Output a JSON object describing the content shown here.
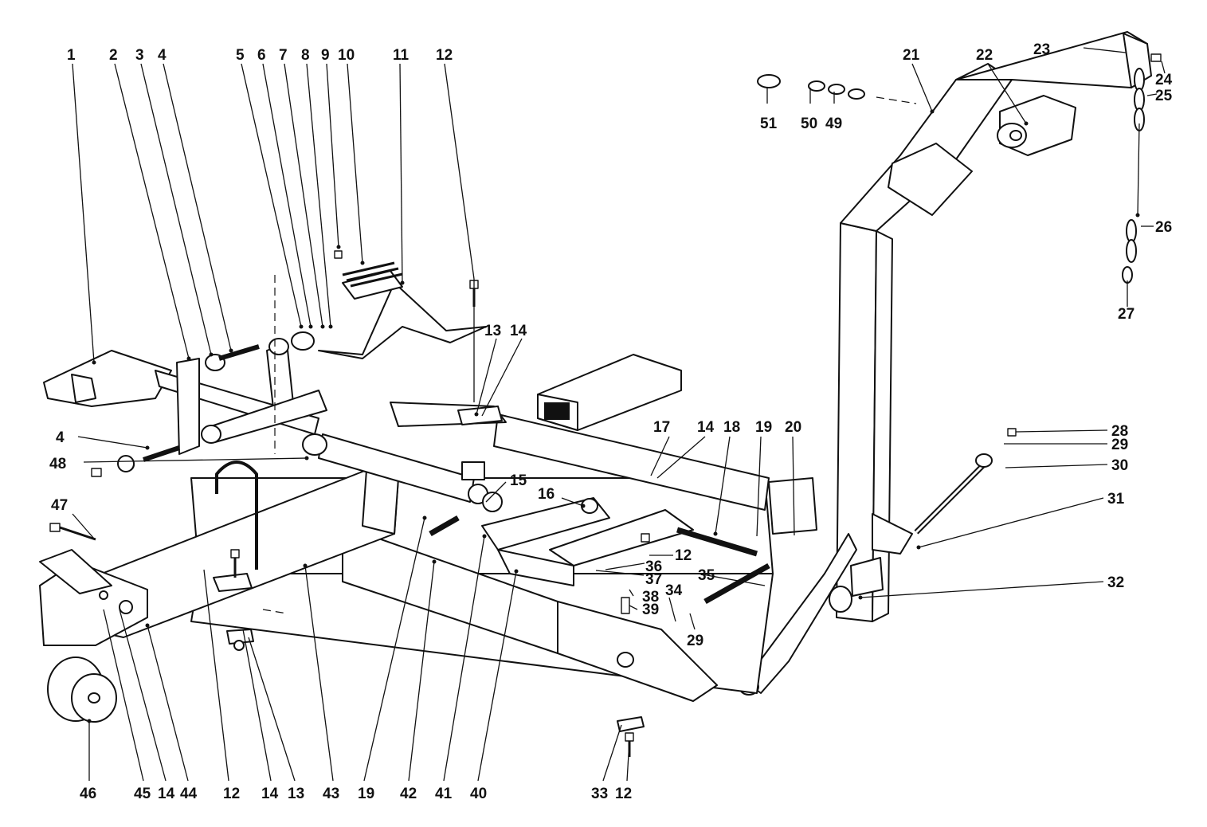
{
  "diagram": {
    "colors": {
      "ink": "#111111",
      "paper": "#ffffff"
    },
    "callouts": [
      "1",
      "2",
      "3",
      "4",
      "5",
      "6",
      "7",
      "8",
      "9",
      "10",
      "11",
      "12",
      "51",
      "50",
      "49",
      "21",
      "22",
      "23",
      "24",
      "25",
      "26",
      "27",
      "4",
      "48",
      "47",
      "13",
      "14",
      "15",
      "16",
      "17",
      "14",
      "18",
      "19",
      "20",
      "28",
      "29",
      "30",
      "31",
      "32",
      "12",
      "36",
      "37",
      "35",
      "34",
      "38",
      "39",
      "29",
      "46",
      "45",
      "14",
      "44",
      "12",
      "14",
      "13",
      "43",
      "19",
      "42",
      "41",
      "40",
      "33",
      "12"
    ]
  }
}
